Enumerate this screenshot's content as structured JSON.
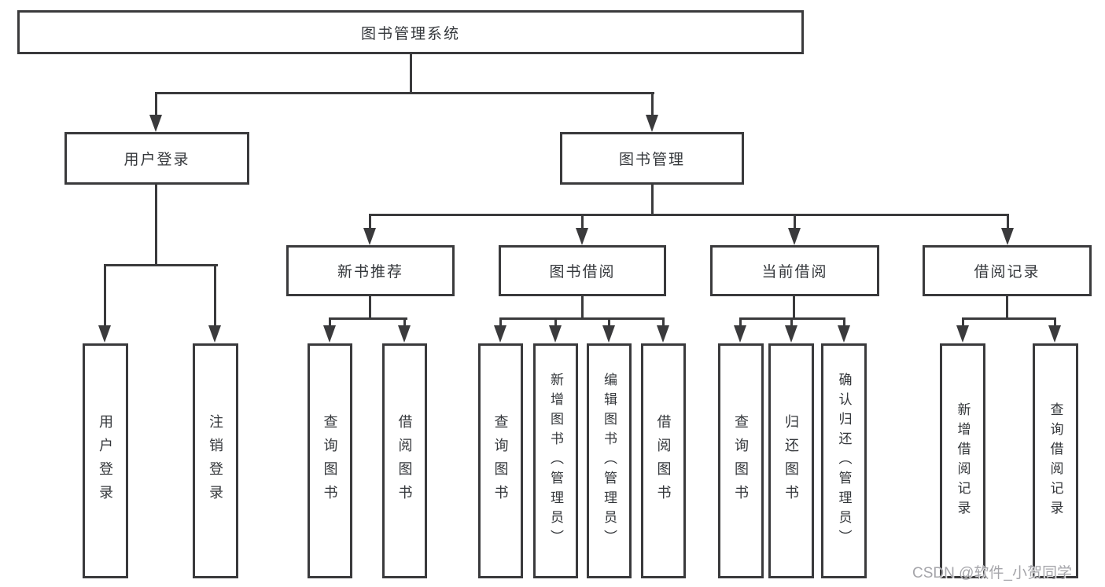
{
  "diagram": {
    "type": "org-tree",
    "colors": {
      "line": "#3a3a3c",
      "text": "#34373b",
      "background": "#ffffff",
      "watermark": "#a5a5aa"
    },
    "tree": {
      "root": {
        "label": "图书管理系统"
      },
      "children": [
        {
          "label": "用户登录",
          "children": [
            {
              "label": "用户登录"
            },
            {
              "label": "注销登录"
            }
          ]
        },
        {
          "label": "图书管理",
          "children": [
            {
              "label": "新书推荐",
              "children": [
                {
                  "label": "查询图书"
                },
                {
                  "label": "借阅图书"
                }
              ]
            },
            {
              "label": "图书借阅",
              "children": [
                {
                  "label": "查询图书"
                },
                {
                  "label": "新增图书（管理员）"
                },
                {
                  "label": "编辑图书（管理员）"
                },
                {
                  "label": "借阅图书"
                }
              ]
            },
            {
              "label": "当前借阅",
              "children": [
                {
                  "label": "查询图书"
                },
                {
                  "label": "归还图书"
                },
                {
                  "label": "确认归还（管理员）"
                }
              ]
            },
            {
              "label": "借阅记录",
              "children": [
                {
                  "label": "新增借阅记录"
                },
                {
                  "label": "查询借阅记录"
                }
              ]
            }
          ]
        }
      ]
    }
  },
  "watermark": {
    "text": "CSDN @软件_小贺同学"
  }
}
